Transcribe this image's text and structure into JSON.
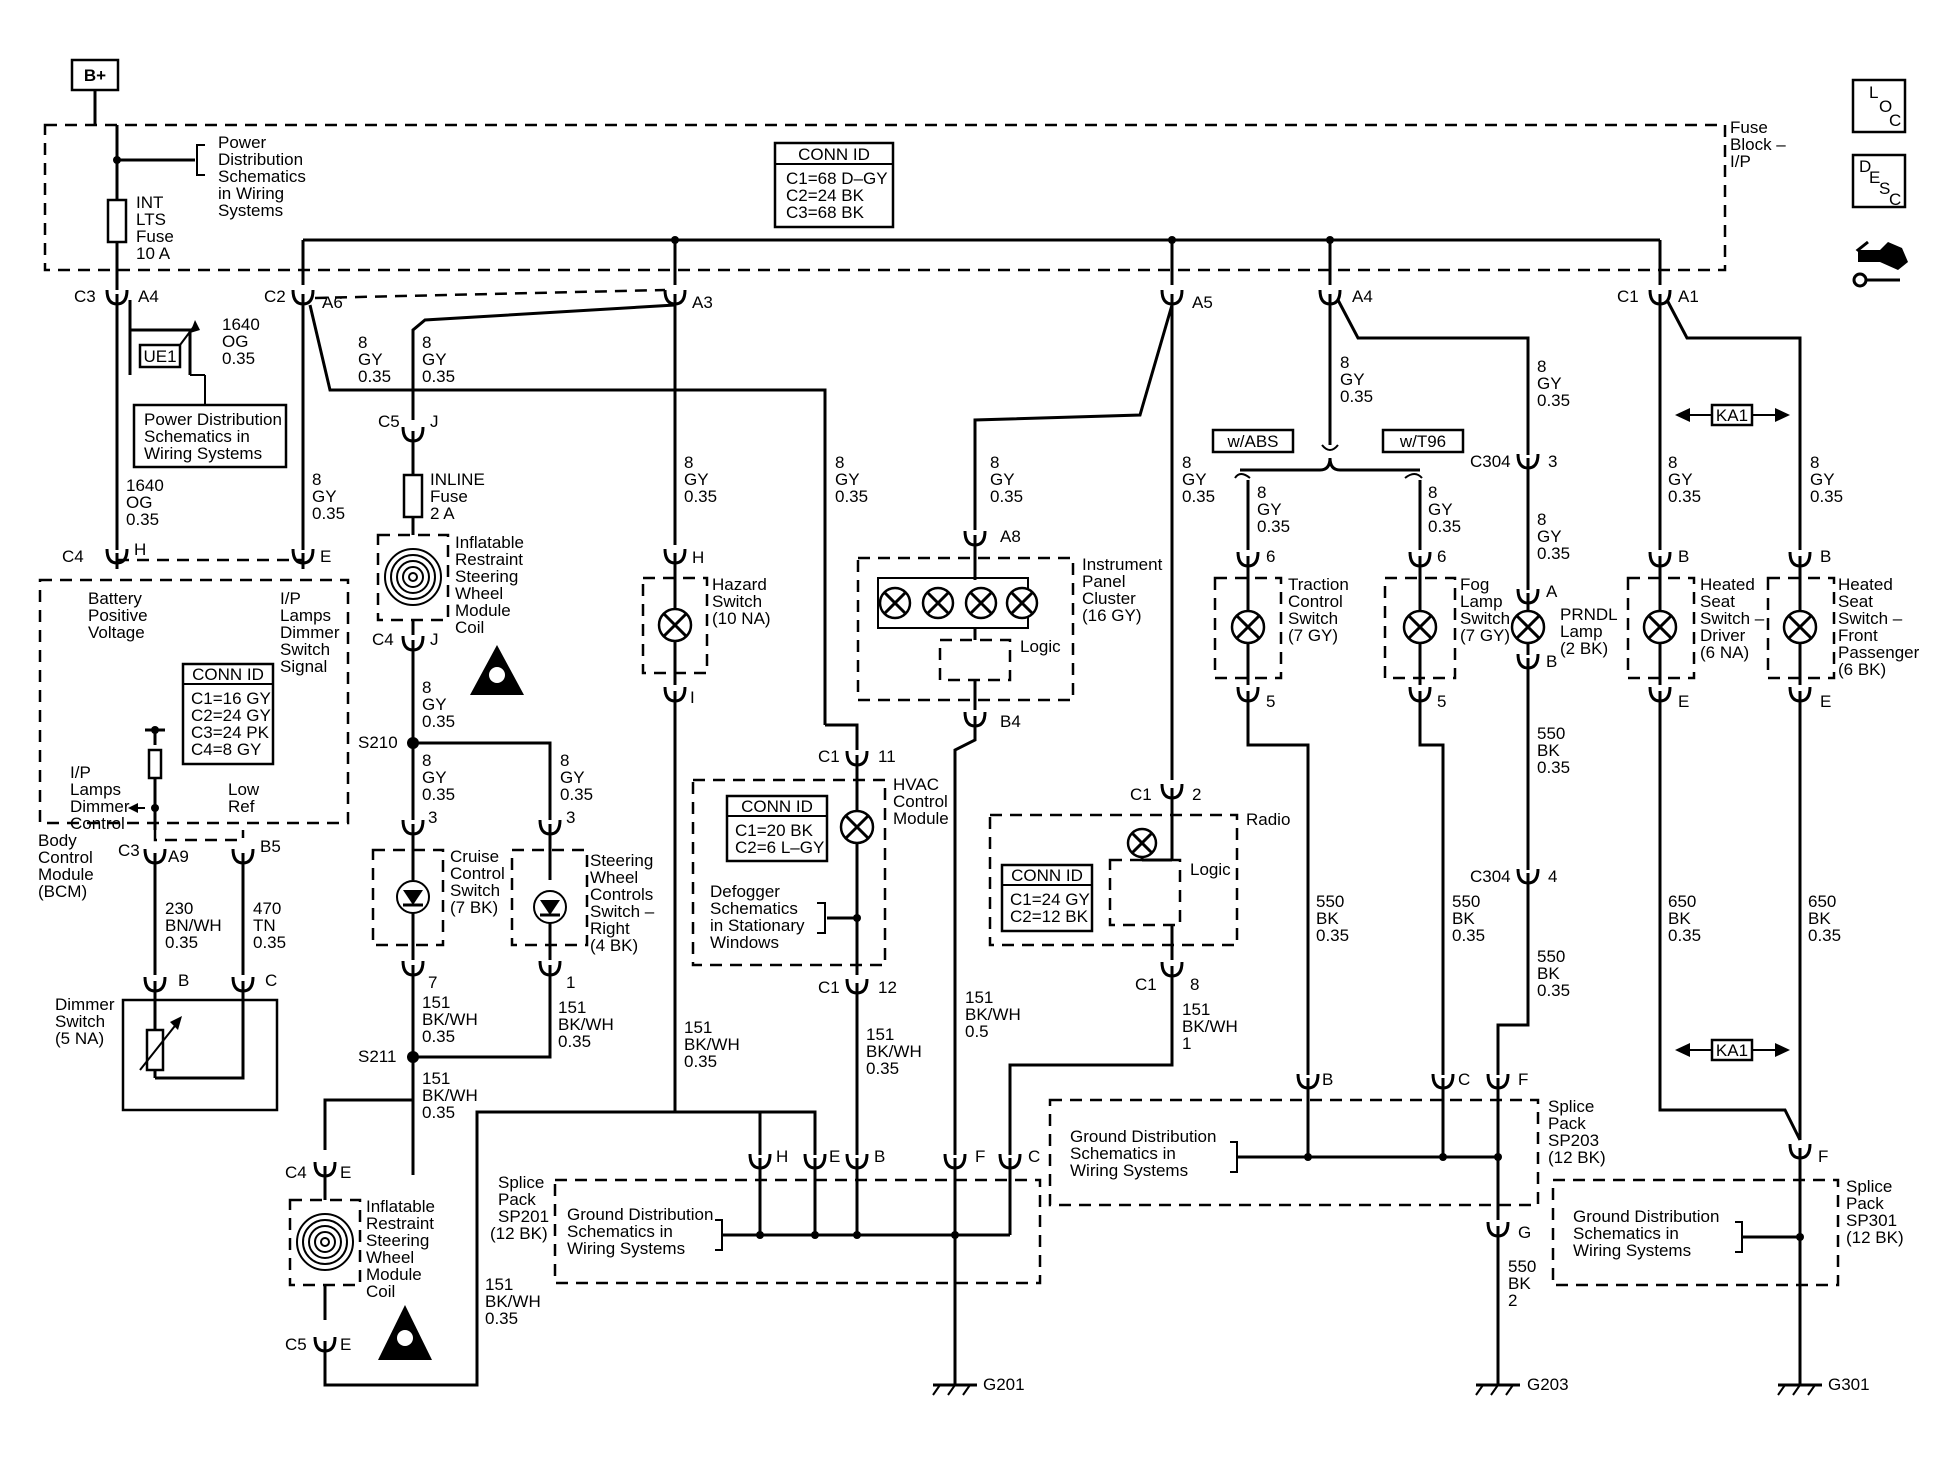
{
  "bplus": "B+",
  "loc": [
    "L",
    "O",
    "C"
  ],
  "desc": [
    "D",
    "E",
    "S",
    "C"
  ],
  "fuse_block": {
    "label": [
      "Fuse",
      "Block –",
      "I/P"
    ],
    "pds_ref": [
      "Power",
      "Distribution",
      "Schematics",
      "in Wiring",
      "Systems"
    ],
    "fuse": [
      "INT",
      "LTS",
      "Fuse",
      "10 A"
    ],
    "conn_id": {
      "title": "CONN ID",
      "lines": [
        "C1=68 D–GY",
        "C2=24 BK",
        "C3=68 BK"
      ]
    }
  },
  "top_connectors": [
    {
      "c": "C3",
      "pin": "A4"
    },
    {
      "c": "C2",
      "pin": "A6"
    },
    {
      "c": "",
      "pin": "A3"
    },
    {
      "c": "",
      "pin": "A5"
    },
    {
      "c": "",
      "pin": "A4"
    },
    {
      "c": "C1",
      "pin": "A1"
    }
  ],
  "ue1": "UE1",
  "pds_box": [
    "Power Distribution",
    "Schematics in",
    "Wiring Systems"
  ],
  "wires": {
    "w1640a": [
      "1640",
      "OG",
      "0.35"
    ],
    "w1640b": [
      "1640",
      "OG",
      "0.35"
    ],
    "gy_a6": [
      "8",
      "GY",
      "0.35"
    ],
    "gy_a3_left": [
      "8",
      "GY",
      "0.35"
    ],
    "gy_hvac": [
      "8",
      "GY",
      "0.35"
    ],
    "gy_hazard": [
      "8",
      "GY",
      "0.35"
    ],
    "gy_ipc": [
      "8",
      "GY",
      "0.35"
    ],
    "gy_radio": [
      "8",
      "GY",
      "0.35"
    ],
    "gy_a4_center": [
      "8",
      "GY",
      "0.35"
    ],
    "gy_a4_right": [
      "8",
      "GY",
      "0.35"
    ],
    "gy_prndl": [
      "8",
      "GY",
      "0.35"
    ],
    "gy_trac": [
      "8",
      "GY",
      "0.35"
    ],
    "gy_fog": [
      "8",
      "GY",
      "0.35"
    ],
    "gy_hsd": [
      "8",
      "GY",
      "0.35"
    ],
    "gy_hsp": [
      "8",
      "GY",
      "0.35"
    ],
    "gy_bcm": [
      "8",
      "GY",
      "0.35"
    ],
    "gy_s210": [
      "8",
      "GY",
      "0.35"
    ],
    "gy_cruise": [
      "8",
      "GY",
      "0.35"
    ],
    "gy_steer": [
      "8",
      "GY",
      "0.35"
    ],
    "w230": [
      "230",
      "BN/WH",
      "0.35"
    ],
    "w470": [
      "470",
      "TN",
      "0.35"
    ],
    "bkwh_cruise": [
      "151",
      "BK/WH",
      "0.35"
    ],
    "bkwh_steer": [
      "151",
      "BK/WH",
      "0.35"
    ],
    "bkwh_s211": [
      "151",
      "BK/WH",
      "0.35"
    ],
    "bkwh_coil": [
      "151",
      "BK/WH",
      "0.35"
    ],
    "bkwh_hazard": [
      "151",
      "BK/WH",
      "0.35"
    ],
    "bkwh_hvac": [
      "151",
      "BK/WH",
      "0.35"
    ],
    "bkwh_ipc": [
      "151",
      "BK/WH",
      "0.5"
    ],
    "bkwh_radio": [
      "151",
      "BK/WH",
      "1"
    ],
    "bk550_prndl": [
      "550",
      "BK",
      "0.35"
    ],
    "bk550_c304": [
      "550",
      "BK",
      "0.35"
    ],
    "bk550_trac": [
      "550",
      "BK",
      "0.35"
    ],
    "bk550_fog": [
      "550",
      "BK",
      "0.35"
    ],
    "bk550_g203": [
      "550",
      "BK",
      "2"
    ],
    "bk650_d": [
      "650",
      "BK",
      "0.35"
    ],
    "bk650_p": [
      "650",
      "BK",
      "0.35"
    ]
  },
  "bcm": {
    "label": [
      "Body",
      "Control",
      "Module",
      "(BCM)"
    ],
    "bpv": [
      "Battery",
      "Positive",
      "Voltage"
    ],
    "ipl": [
      "I/P",
      "Lamps",
      "Dimmer",
      "Switch",
      "Signal"
    ],
    "dimctl": [
      "I/P",
      "Lamps",
      "Dimmer",
      "Control"
    ],
    "lowref": [
      "Low",
      "Ref"
    ],
    "conn_id": {
      "title": "CONN ID",
      "lines": [
        "C1=16 GY",
        "C2=24 GY",
        "C3=24 PK",
        "C4=8 GY"
      ]
    },
    "c4": "C4",
    "h": "H",
    "e": "E",
    "c3": "C3",
    "a9": "A9",
    "b5": "B5"
  },
  "dimmer": {
    "label": [
      "Dimmer",
      "Switch",
      "(5 NA)"
    ],
    "b": "B",
    "c": "C"
  },
  "inline_fuse": {
    "label": [
      "INLINE",
      "Fuse",
      "2 A"
    ],
    "c5": "C5",
    "j": "J"
  },
  "coil_top": {
    "label": [
      "Inflatable",
      "Restraint",
      "Steering",
      "Wheel",
      "Module",
      "Coil"
    ],
    "c4": "C4",
    "j": "J"
  },
  "coil_bot": {
    "label": [
      "Inflatable",
      "Restraint",
      "Steering",
      "Wheel",
      "Module",
      "Coil"
    ],
    "c4": "C4",
    "e1": "E",
    "c5": "C5",
    "e2": "E"
  },
  "s210": "S210",
  "s211": "S211",
  "cruise": {
    "label": [
      "Cruise",
      "Control",
      "Switch",
      "(7 BK)"
    ],
    "p3": "3",
    "p7": "7"
  },
  "steer": {
    "label": [
      "Steering",
      "Wheel",
      "Controls",
      "Switch –",
      "Right",
      "(4 BK)"
    ],
    "p3": "3",
    "p1": "1"
  },
  "hazard": {
    "label": [
      "Hazard",
      "Switch",
      "(10 NA)"
    ],
    "h": "H",
    "i": "I"
  },
  "hvac": {
    "label": [
      "HVAC",
      "Control",
      "Module"
    ],
    "c1a": "C1",
    "p11": "11",
    "c1b": "C1",
    "p12": "12",
    "conn_id": {
      "title": "CONN ID",
      "lines": [
        "C1=20 BK",
        "C2=6 L–GY"
      ]
    },
    "defog": [
      "Defogger",
      "Schematics",
      "in Stationary",
      "Windows"
    ]
  },
  "ipc": {
    "label": [
      "Instrument",
      "Panel",
      "Cluster",
      "(16 GY)"
    ],
    "logic": "Logic",
    "a8": "A8",
    "b4": "B4"
  },
  "radio": {
    "label": "Radio",
    "logic": "Logic",
    "c1a": "C1",
    "p2": "2",
    "c1b": "C1",
    "p8": "8",
    "conn_id": {
      "title": "CONN ID",
      "lines": [
        "C1=24 GY",
        "C2=12 BK"
      ]
    }
  },
  "wabs": "w/ABS",
  "wt96": "w/T96",
  "traction": {
    "label": [
      "Traction",
      "Control",
      "Switch",
      "(7 GY)"
    ],
    "p6": "6",
    "p5": "5"
  },
  "fog": {
    "label": [
      "Fog",
      "Lamp",
      "Switch",
      "(7 GY)"
    ],
    "p6": "6",
    "p5": "5"
  },
  "prndl": {
    "label": [
      "PRNDL",
      "Lamp",
      "(2 BK)"
    ],
    "a": "A",
    "b": "B",
    "c304a": "C304",
    "p3": "3",
    "c304b": "C304",
    "p4": "4"
  },
  "hsd": {
    "label": [
      "Heated",
      "Seat",
      "Switch –",
      "Driver",
      "(6 NA)"
    ],
    "b": "B",
    "e": "E"
  },
  "hsp": {
    "label": [
      "Heated",
      "Seat",
      "Switch –",
      "Front",
      "Passenger",
      "(6 BK)"
    ],
    "b": "B",
    "e": "E"
  },
  "ka1": "KA1",
  "sp201": {
    "label": [
      "Splice",
      "Pack",
      "SP201",
      "(12 BK)"
    ],
    "gd": [
      "Ground Distribution",
      "Schematics in",
      "Wiring Systems"
    ],
    "pins": [
      "H",
      "E",
      "B",
      "F",
      "C"
    ]
  },
  "sp203": {
    "label": [
      "Splice",
      "Pack",
      "SP203",
      "(12 BK)"
    ],
    "gd": [
      "Ground Distribution",
      "Schematics in",
      "Wiring Systems"
    ],
    "pins": [
      "B",
      "C",
      "F",
      "G"
    ]
  },
  "sp301": {
    "label": [
      "Splice",
      "Pack",
      "SP301",
      "(12 BK)"
    ],
    "gd": [
      "Ground Distribution",
      "Schematics in",
      "Wiring Systems"
    ],
    "pin": "F"
  },
  "grounds": [
    "G201",
    "G203",
    "G301"
  ]
}
